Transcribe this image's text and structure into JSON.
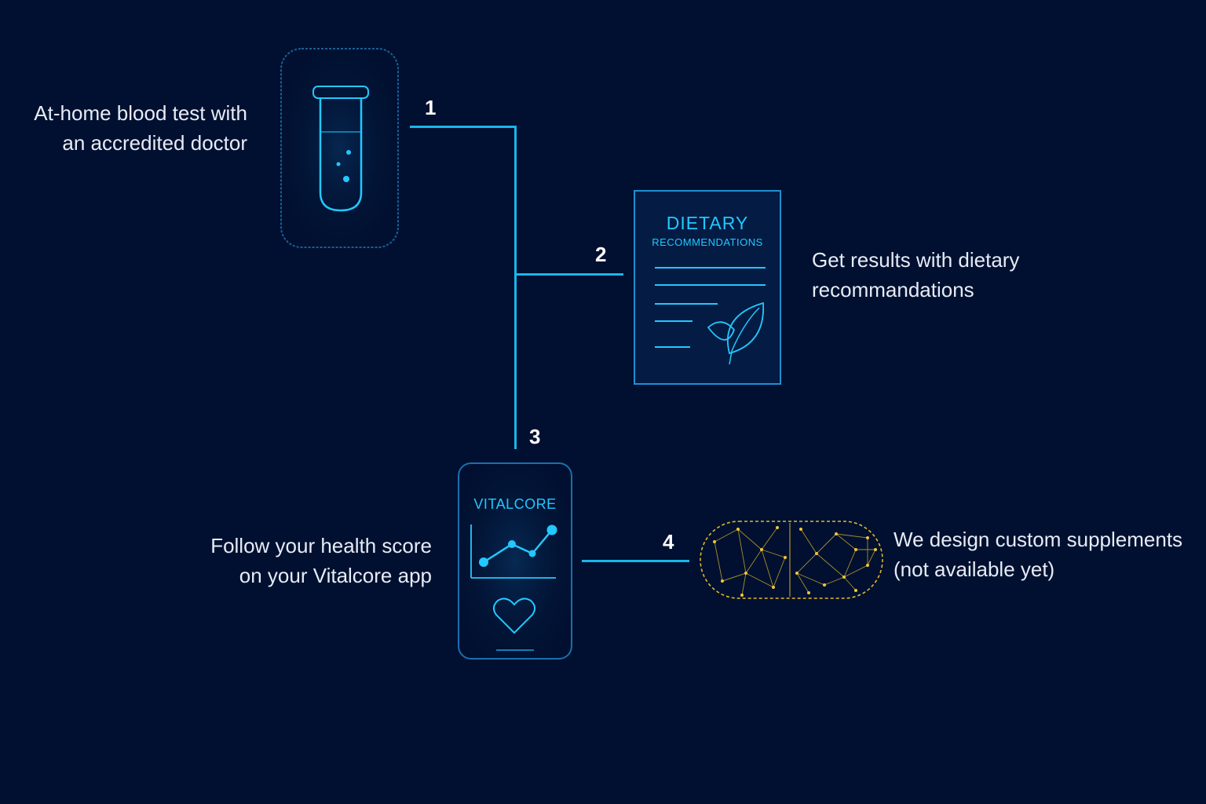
{
  "colors": {
    "background": "#011030",
    "accent": "#19b6ea",
    "glow": "#22c8ff",
    "capsule": "#e0b82a",
    "text": "#e6ecf6"
  },
  "steps": [
    {
      "number": "1",
      "lines": [
        "At-home blood test with",
        "an accredited doctor"
      ],
      "icon": "test-tube-icon"
    },
    {
      "number": "2",
      "lines": [
        "Get results with dietary",
        "recommandations"
      ],
      "icon": "dietary-document-icon",
      "doc_title": "DIETARY",
      "doc_subtitle": "RECOMMENDATIONS"
    },
    {
      "number": "3",
      "lines": [
        "Follow your health score",
        "on your Vitalcore app"
      ],
      "icon": "phone-app-icon",
      "app_name": "VITALCORE"
    },
    {
      "number": "4",
      "lines": [
        "We design custom supplements",
        "(not available yet)"
      ],
      "icon": "capsule-icon"
    }
  ]
}
